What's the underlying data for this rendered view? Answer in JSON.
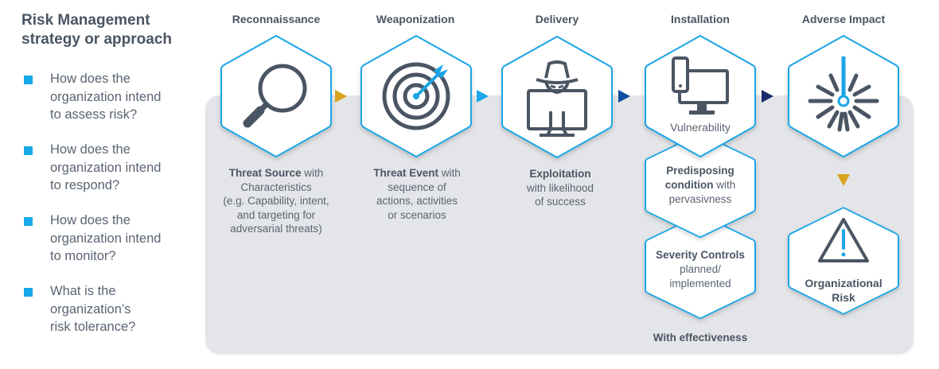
{
  "sidebar": {
    "title_line1": "Risk Management",
    "title_line2": "strategy or approach",
    "bullet_color": "#18a9e8",
    "bullets": [
      {
        "lines": [
          "How does the",
          "organization intend",
          "to assess risk?"
        ]
      },
      {
        "lines": [
          "How does the",
          "organization intend",
          "to respond?"
        ]
      },
      {
        "lines": [
          "How does the",
          "organization intend",
          "to monitor?"
        ]
      },
      {
        "lines": [
          "What is the",
          "organization’s",
          "risk tolerance?"
        ]
      }
    ]
  },
  "stages": [
    {
      "title": "Reconnaissance",
      "icon": "magnifier-icon",
      "desc_bold": "Threat Source",
      "desc_rest": " with",
      "desc_lines": [
        "Characteristics",
        "(e.g. Capability, intent,",
        "and targeting for",
        "adversarial threats)"
      ]
    },
    {
      "title": "Weaponization",
      "icon": "target-icon",
      "desc_bold": "Threat Event",
      "desc_rest": " with",
      "desc_lines": [
        "sequence of",
        "actions, activities",
        "or scenarios"
      ]
    },
    {
      "title": "Delivery",
      "icon": "hacker-monitor-icon",
      "desc_bold": "Exploitation",
      "desc_rest": "",
      "desc_lines": [
        "with likelihood",
        "of success"
      ]
    },
    {
      "title": "Installation",
      "icon": "computer-icon",
      "hex_label": "Vulnerability",
      "sub_hexes": [
        {
          "bold_line1": "Predisposing",
          "bold_line2": "condition",
          "rest_line2": " with",
          "line3": "pervasivness"
        },
        {
          "bold_line1": "Severity Controls",
          "line2": "planned/",
          "line3": "implemented"
        }
      ],
      "footer": "With effectiveness"
    },
    {
      "title": "Adverse Impact",
      "icon": "laser-impact-icon",
      "result_icon": "warning-triangle-icon",
      "result_line1": "Organizational",
      "result_line2": "Risk"
    }
  ],
  "arrows": [
    {
      "from": "Reconnaissance",
      "to": "Weaponization",
      "color": "#d9a21c"
    },
    {
      "from": "Weaponization",
      "to": "Delivery",
      "color": "#1aa7e8"
    },
    {
      "from": "Delivery",
      "to": "Installation",
      "color": "#0d4f9e"
    },
    {
      "from": "Installation",
      "to": "Adverse Impact",
      "color": "#1b2a6b"
    },
    {
      "from": "Adverse Impact",
      "to": "Organizational Risk",
      "color": "#d9a21c"
    }
  ],
  "colors": {
    "hex_stroke": "#1ba5e6",
    "icon_dark": "#4a5563",
    "icon_accent": "#1ba5e6",
    "panel_bg": "#e4e5e8"
  }
}
